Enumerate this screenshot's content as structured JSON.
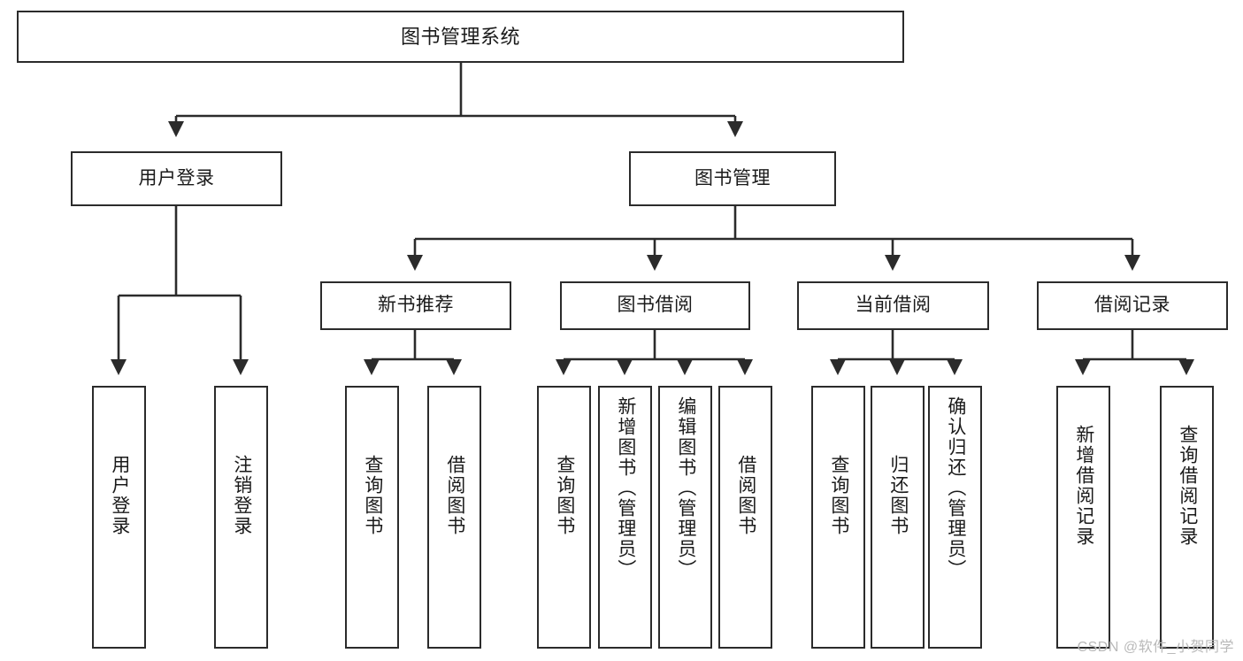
{
  "diagram": {
    "title": "图书管理系统",
    "type": "tree",
    "colors": {
      "stroke": "#2b2b2b",
      "fill": "#ffffff",
      "text": "#1a1a1a",
      "watermark": "#b9b9b9"
    },
    "nodes": {
      "root": {
        "label": "图书管理系统"
      },
      "level1": [
        {
          "label": "用户登录"
        },
        {
          "label": "图书管理"
        }
      ],
      "level2": [
        {
          "label": "新书推荐"
        },
        {
          "label": "图书借阅"
        },
        {
          "label": "当前借阅"
        },
        {
          "label": "借阅记录"
        }
      ],
      "leaves": {
        "user_login": [
          {
            "label": "用户登录"
          },
          {
            "label": "注销登录"
          }
        ],
        "new_book_recommend": [
          {
            "label": "查询图书"
          },
          {
            "label": "借阅图书"
          }
        ],
        "book_borrow": [
          {
            "label": "查询图书"
          },
          {
            "label": "新增图书（管理员）"
          },
          {
            "label": "编辑图书（管理员）"
          },
          {
            "label": "借阅图书"
          }
        ],
        "current_borrow": [
          {
            "label": "查询图书"
          },
          {
            "label": "归还图书"
          },
          {
            "label": "确认归还（管理员）"
          }
        ],
        "borrow_record": [
          {
            "label": "新增借阅记录"
          },
          {
            "label": "查询借阅记录"
          }
        ]
      }
    },
    "watermark": "CSDN @软件_小贺同学"
  }
}
